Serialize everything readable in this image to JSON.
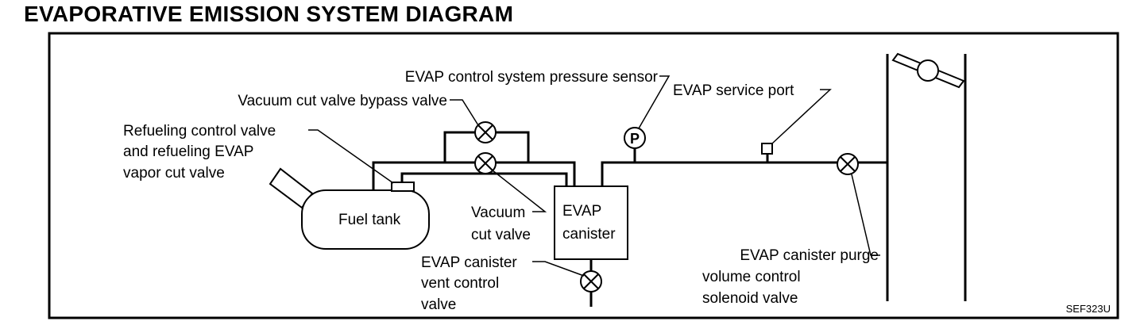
{
  "title": "EVAPORATIVE EMISSION SYSTEM DIAGRAM",
  "labels": {
    "pressure_sensor": "EVAP control system pressure sensor",
    "bypass_valve": "Vacuum cut valve bypass valve",
    "refuel_line1": "Refueling control valve",
    "refuel_line2": "and refueling EVAP",
    "refuel_line3": "vapor cut valve",
    "service_port": "EVAP service port",
    "fuel_tank": "Fuel tank",
    "vacuum_cut_line1": "Vacuum",
    "vacuum_cut_line2": "cut valve",
    "canister_line1": "EVAP",
    "canister_line2": "canister",
    "vent_line1": "EVAP canister",
    "vent_line2": "vent control",
    "vent_line3": "valve",
    "purge_line1": "EVAP canister purge",
    "purge_line2": "volume control",
    "purge_line3": "solenoid valve",
    "sensor_symbol": "P",
    "figure_code": "SEF323U"
  }
}
